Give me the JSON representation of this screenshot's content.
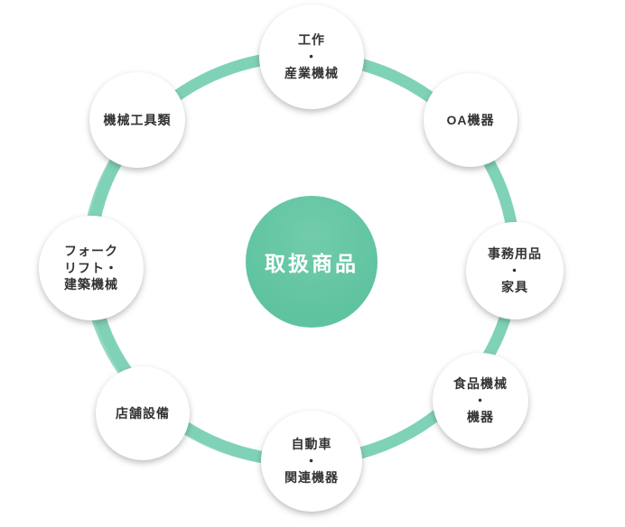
{
  "diagram": {
    "title": "取扱商品",
    "center": {
      "label": "取扱商品"
    },
    "items": [
      {
        "id": "industrial-machinery",
        "label": "工作\n・\n産業機械"
      },
      {
        "id": "oa-equipment",
        "label": "OA機器"
      },
      {
        "id": "office-supplies",
        "label": "事務用品\n・\n家具"
      },
      {
        "id": "food-machinery",
        "label": "食品機械\n・\n機器"
      },
      {
        "id": "automobile-equipment",
        "label": "自動車\n・\n関連機器"
      },
      {
        "id": "store-equipment",
        "label": "店舗設備"
      },
      {
        "id": "forklift-construction",
        "label": "フォーク\nリフト・\n建築機械"
      },
      {
        "id": "machine-tools",
        "label": "機械工具類"
      }
    ]
  },
  "colors": {
    "ring": "#7fd2b7",
    "center_circle": "#5fc3a0",
    "center_circle_light": "#72ccab",
    "item_text": "#333333",
    "center_text": "#ffffff"
  }
}
